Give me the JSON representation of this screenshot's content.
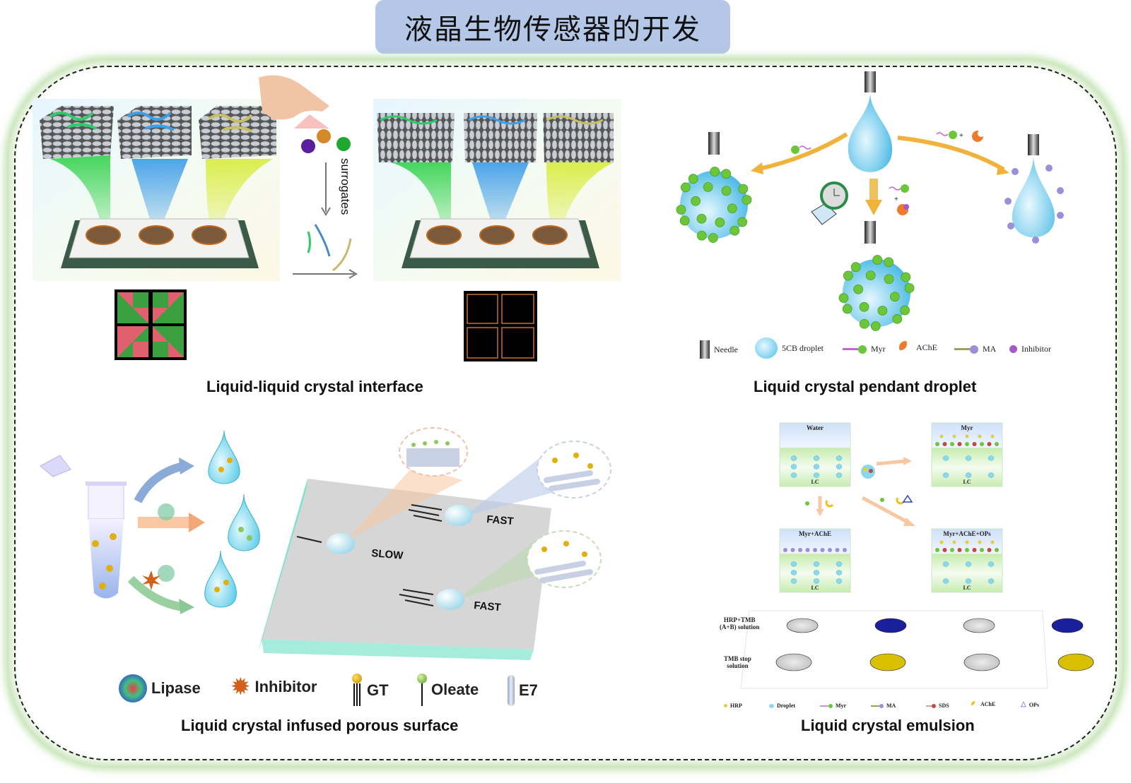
{
  "title": "液晶生物传感器的开发",
  "colors": {
    "title_bg": "#b4c7e7",
    "frame_glow": "#96cd78",
    "droplet_blue": "#6fd0ea",
    "myr_green": "#6cc63a",
    "ache_orange": "#ef7a2a",
    "ma_purple": "#9a8fd8",
    "inhibitor_purple": "#a65ac8",
    "arrow_gold": "#f0b23a",
    "plate_blue": "#1a1f9c",
    "plate_yellow": "#d8c000",
    "slope_teal": "#7fe3cf"
  },
  "panels": {
    "interface": {
      "caption": "Liquid-liquid crystal interface",
      "surrogates_label": "surrogates",
      "before_image": "polarized-optical-texture-bright",
      "after_image": "polarized-optical-texture-dark"
    },
    "pendant": {
      "caption": "Liquid crystal pendant droplet",
      "legend": [
        {
          "icon": "needle-icon",
          "label": "Needle"
        },
        {
          "icon": "droplet-icon",
          "label": "5CB droplet"
        },
        {
          "icon": "myr-icon",
          "label": "Myr"
        },
        {
          "icon": "ache-icon",
          "label": "AChE"
        },
        {
          "icon": "ma-icon",
          "label": "MA"
        },
        {
          "icon": "inhibitor-icon",
          "label": "Inhibitor"
        }
      ],
      "plus_sign": "+"
    },
    "porous": {
      "caption": "Liquid crystal infused porous surface",
      "speed_labels": {
        "slow": "SLOW",
        "fast_top": "FAST",
        "fast_bottom": "FAST"
      },
      "legend": [
        {
          "icon": "lipase-icon",
          "label": "Lipase"
        },
        {
          "icon": "inhibitor-star-icon",
          "label": "Inhibitor"
        },
        {
          "icon": "gt-icon",
          "label": "GT"
        },
        {
          "icon": "oleate-icon",
          "label": "Oleate"
        },
        {
          "icon": "e7-icon",
          "label": "E7"
        }
      ]
    },
    "emulsion": {
      "caption": "Liquid crystal emulsion",
      "boxes": [
        {
          "top": "Water",
          "bottom": "LC"
        },
        {
          "top": "Myr",
          "bottom": "LC"
        },
        {
          "top": "Myr+AChE",
          "bottom": "LC"
        },
        {
          "top": "Myr+AChE+OPs",
          "bottom": "LC"
        }
      ],
      "plate_rows": [
        {
          "label_line1": "HRP+TMB",
          "label_line2": "(A+B) solution",
          "wells": [
            "clear",
            "blue",
            "clear",
            "blue"
          ]
        },
        {
          "label_line1": "TMB stop",
          "label_line2": "solution",
          "wells": [
            "clear",
            "yellow",
            "clear",
            "yellow"
          ]
        }
      ],
      "legend": [
        {
          "icon": "hrp-icon",
          "label": "HRP"
        },
        {
          "icon": "droplet-icon",
          "label": "Droplet"
        },
        {
          "icon": "myr-icon",
          "label": "Myr"
        },
        {
          "icon": "ma-icon",
          "label": "MA"
        },
        {
          "icon": "sds-icon",
          "label": "SDS"
        },
        {
          "icon": "ache-icon",
          "label": "AChE"
        },
        {
          "icon": "ops-icon",
          "label": "OPs"
        }
      ]
    }
  }
}
